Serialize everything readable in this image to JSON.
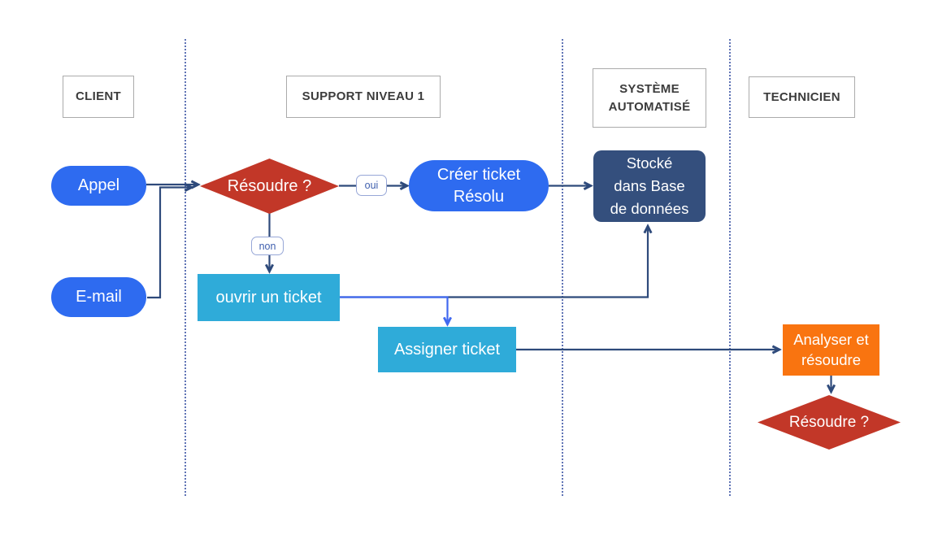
{
  "diagram": {
    "type": "swimlane-flowchart",
    "language": "fr"
  },
  "colors": {
    "pill_blue": "#2E6BF0",
    "cyan": "#2FABD9",
    "navy_box": "#344F7D",
    "orange": "#F97410",
    "red": "#C23728",
    "connector_navy": "#2E4A7B",
    "connector_blue": "#4169F0",
    "lane_line": "#4E64AE",
    "header_border": "#ABABAB",
    "header_text": "#3C3C3C",
    "label_border": "#97A7D7",
    "label_text": "#3F5FAE"
  },
  "lanes": [
    {
      "label": "CLIENT"
    },
    {
      "label": "SUPPORT NIVEAU 1"
    },
    {
      "label": "SYSTÈME AUTOMATISÉ"
    },
    {
      "label": "TECHNICIEN"
    }
  ],
  "nodes": {
    "appel": {
      "label": "Appel",
      "shape": "pill"
    },
    "email": {
      "label": "E-mail",
      "shape": "pill"
    },
    "resoudre1": {
      "label": "Résoudre ?",
      "shape": "diamond"
    },
    "creer": {
      "line1": "Créer ticket",
      "line2": "Résolu",
      "shape": "pill"
    },
    "stocke": {
      "line1": "Stocké",
      "line2": "dans Base",
      "line3": "de données",
      "shape": "rounded-rect"
    },
    "ouvrir": {
      "label": "ouvrir un ticket",
      "shape": "rect"
    },
    "assigner": {
      "label": "Assigner ticket",
      "shape": "rect"
    },
    "analyser": {
      "line1": "Analyser et",
      "line2": "résoudre",
      "shape": "rect"
    },
    "resoudre2": {
      "label": "Résoudre ?",
      "shape": "diamond"
    }
  },
  "edge_labels": {
    "oui": "oui",
    "non": "non"
  }
}
